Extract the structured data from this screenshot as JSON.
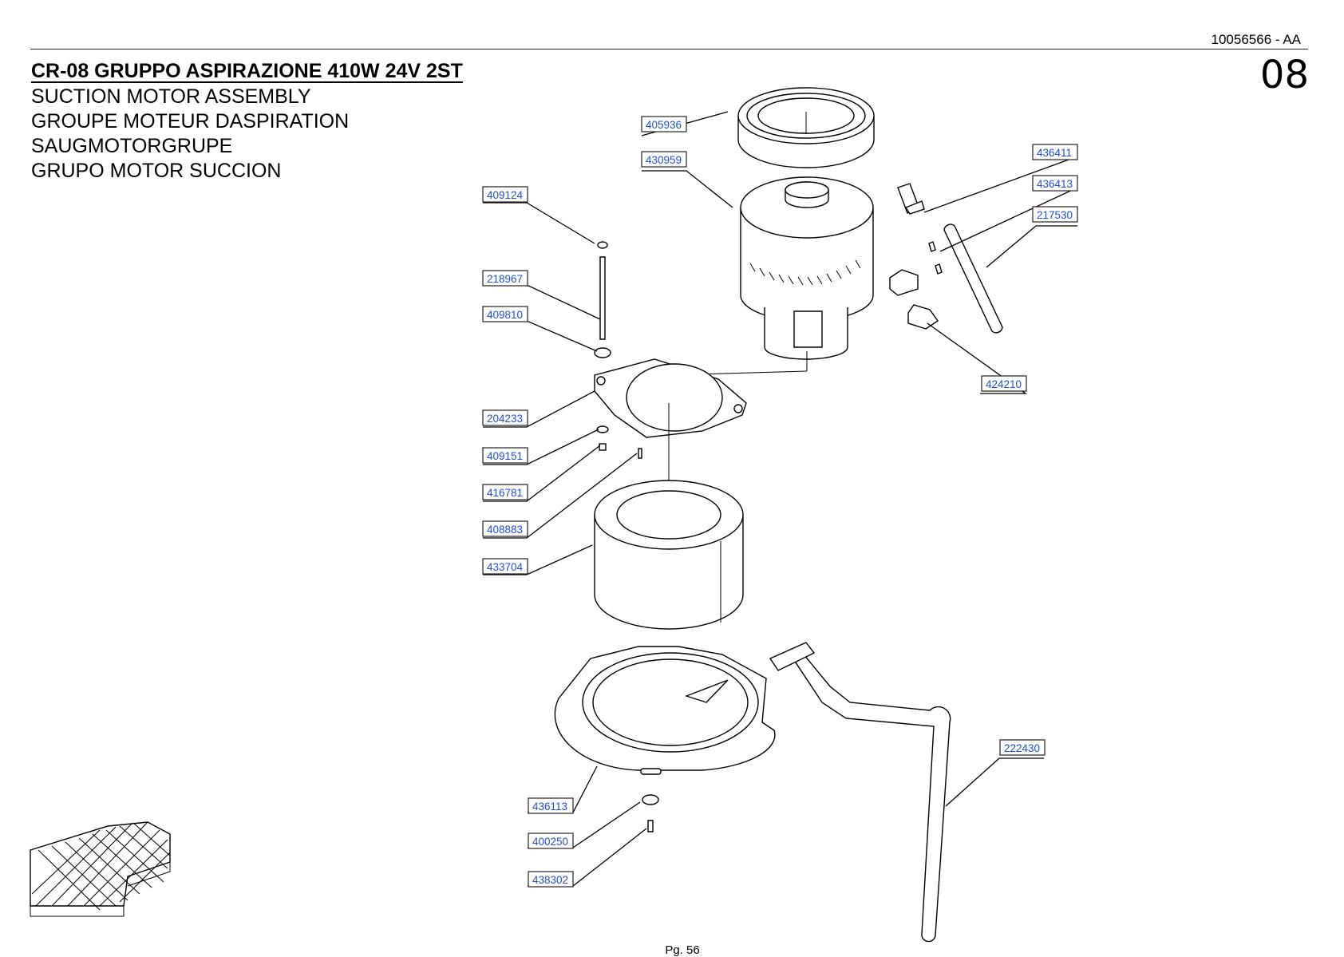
{
  "header": {
    "doc_code": "10056566 - AA",
    "page_number": "08"
  },
  "title": {
    "main": "CR-08 GRUPPO ASPIRAZIONE 410W 24V 2ST",
    "lines": [
      "SUCTION MOTOR ASSEMBLY",
      "GROUPE MOTEUR DASPIRATION",
      "SAUGMOTORGRUPE",
      "GRUPO MOTOR SUCCION"
    ]
  },
  "parts": [
    {
      "code": "405936",
      "part": "motor-gasket-ring"
    },
    {
      "code": "430959",
      "part": "suction-motor"
    },
    {
      "code": "436411",
      "part": "connector"
    },
    {
      "code": "436413",
      "part": "terminal"
    },
    {
      "code": "217530",
      "part": "hose"
    },
    {
      "code": "409124",
      "part": "nut"
    },
    {
      "code": "218967",
      "part": "threaded-rod"
    },
    {
      "code": "409810",
      "part": "grommet"
    },
    {
      "code": "204233",
      "part": "motor-flange"
    },
    {
      "code": "409151",
      "part": "washer"
    },
    {
      "code": "416781",
      "part": "nut"
    },
    {
      "code": "408883",
      "part": "screw"
    },
    {
      "code": "433704",
      "part": "sound-insulation"
    },
    {
      "code": "424210",
      "part": "brush-holder"
    },
    {
      "code": "436113",
      "part": "motor-support"
    },
    {
      "code": "400250",
      "part": "washer"
    },
    {
      "code": "438302",
      "part": "screw"
    },
    {
      "code": "222430",
      "part": "exhaust-pipe"
    }
  ],
  "colors": {
    "label_text": "#1f4fd6",
    "line": "#000000",
    "background": "#ffffff"
  },
  "orientation_icon": "front-direction-arrow-icon",
  "footer": {
    "page": "Pg. 56"
  }
}
